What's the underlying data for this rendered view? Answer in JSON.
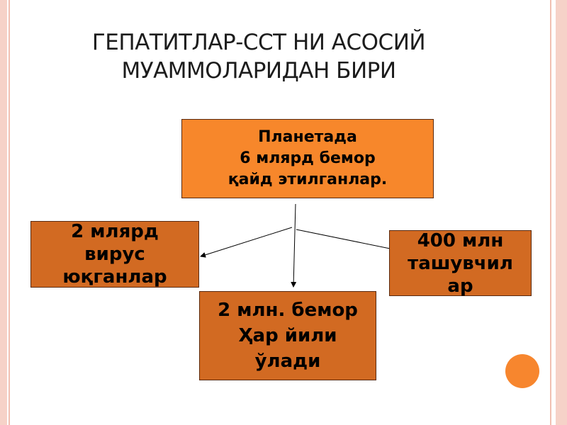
{
  "slide": {
    "title_line1": "ГЕПАТИТЛАР-ССТ НИ АСОСИЙ",
    "title_line2": "МУАММОЛАРИДАН БИРИ"
  },
  "boxes": {
    "top": {
      "line1": "Планетада",
      "line2": "6 млярд бемор",
      "line3": "қайд этилганлар."
    },
    "left": {
      "line1": "2 млярд",
      "line2": "вирус",
      "line3": "юқганлар"
    },
    "middle": {
      "line1": "2 млн. бемор",
      "line2": "Ҳар йили",
      "line3": "ўлади"
    },
    "right": {
      "line1": "400 млн",
      "line2": "ташувчил",
      "line3": "ар"
    }
  },
  "colors": {
    "top_box": "#f7872b",
    "child_box": "#d26a22",
    "border_accent": "#f6d2c8",
    "dot": "#f7862e"
  }
}
